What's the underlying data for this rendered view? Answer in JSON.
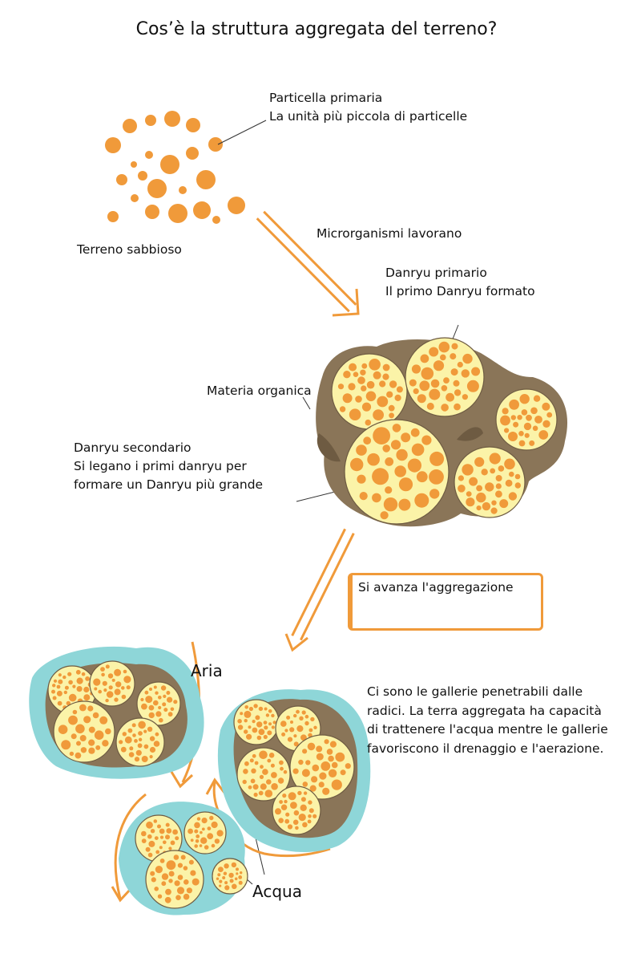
{
  "title": "Cos’è la struttura aggregata del terreno?",
  "labels": {
    "primary_particle": [
      "Particella primaria",
      "La unità più piccola di particelle"
    ],
    "sandy_soil": "Terreno sabbioso",
    "microorganisms": "Microrganismi lavorano",
    "primary_danryu": [
      "Danryu primario",
      "Il primo Danryu formato"
    ],
    "organic_matter": "Materia organica",
    "secondary_danryu": [
      "Danryu secondario",
      "Si legano i primi danryu per",
      "formare un Danryu più grande"
    ],
    "aggregation_step": "Si avanza l'aggregazione",
    "air": "Aria",
    "water": "Acqua",
    "channels": [
      "Ci sono le gallerie penetrabili dalle",
      "radici. La terra aggregata ha capacità",
      "di trattenere l'acqua mentre le gallerie",
      "favoriscono il drenaggio e l'aerazione."
    ]
  },
  "colors": {
    "particle": "#f09a3a",
    "particle_dark": "#e08428",
    "cream": "#fbf3a8",
    "organic": "#8a7558",
    "organic_dark": "#6e5b42",
    "water": "#8ed6d8",
    "arrow": "#f09a3a"
  }
}
